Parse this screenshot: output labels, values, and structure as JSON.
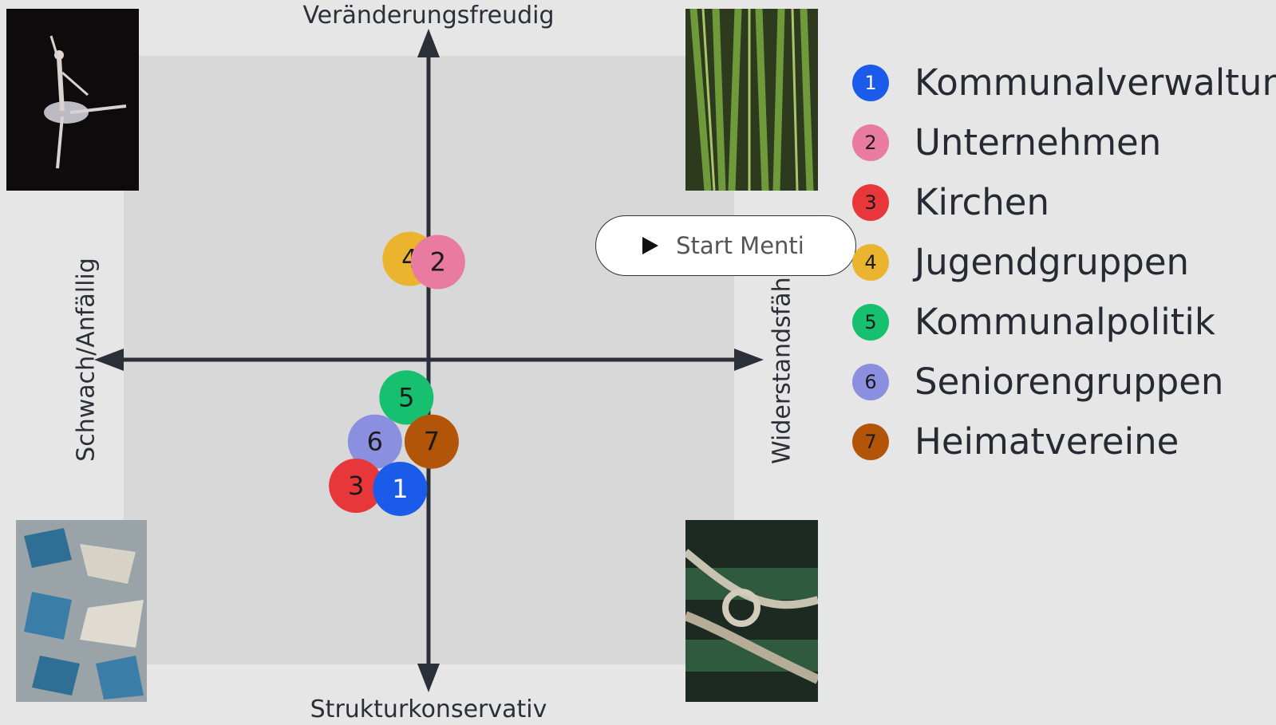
{
  "chart_data": {
    "type": "scatter",
    "title": "",
    "axes": {
      "top": "Veränderungsfreudig",
      "bottom": "Strukturkonservativ",
      "left": "Schwach/Anfällig",
      "right": "Widerstandsfähig"
    },
    "xlim": [
      -1,
      1
    ],
    "ylim": [
      -1,
      1
    ],
    "grid": false,
    "legend_placement": "right",
    "points": [
      {
        "id": "1",
        "name": "Kommunalverwaltung",
        "color": "#1a5bea",
        "x": -0.09,
        "y": -0.41
      },
      {
        "id": "2",
        "name": "Unternehmen",
        "color": "#e97aa0",
        "x": 0.03,
        "y": 0.31
      },
      {
        "id": "3",
        "name": "Kirchen",
        "color": "#e8373a",
        "x": -0.23,
        "y": -0.4
      },
      {
        "id": "4",
        "name": "Jugendgruppen",
        "color": "#eab42e",
        "x": -0.06,
        "y": 0.32
      },
      {
        "id": "5",
        "name": "Kommunalpolitik",
        "color": "#17c06f",
        "x": -0.07,
        "y": -0.12
      },
      {
        "id": "6",
        "name": "Seniorengruppen",
        "color": "#8b8fe0",
        "x": -0.17,
        "y": -0.26
      },
      {
        "id": "7",
        "name": "Heimatvereine",
        "color": "#b35509",
        "x": 0.01,
        "y": -0.26
      }
    ]
  },
  "button": {
    "label": "Start Menti",
    "icon": "play-icon"
  },
  "photos": {
    "top_left": "ballet-dancer-photo",
    "top_right": "bamboo-photo",
    "bottom_left": "broken-pottery-photo",
    "bottom_right": "rope-knot-photo"
  }
}
